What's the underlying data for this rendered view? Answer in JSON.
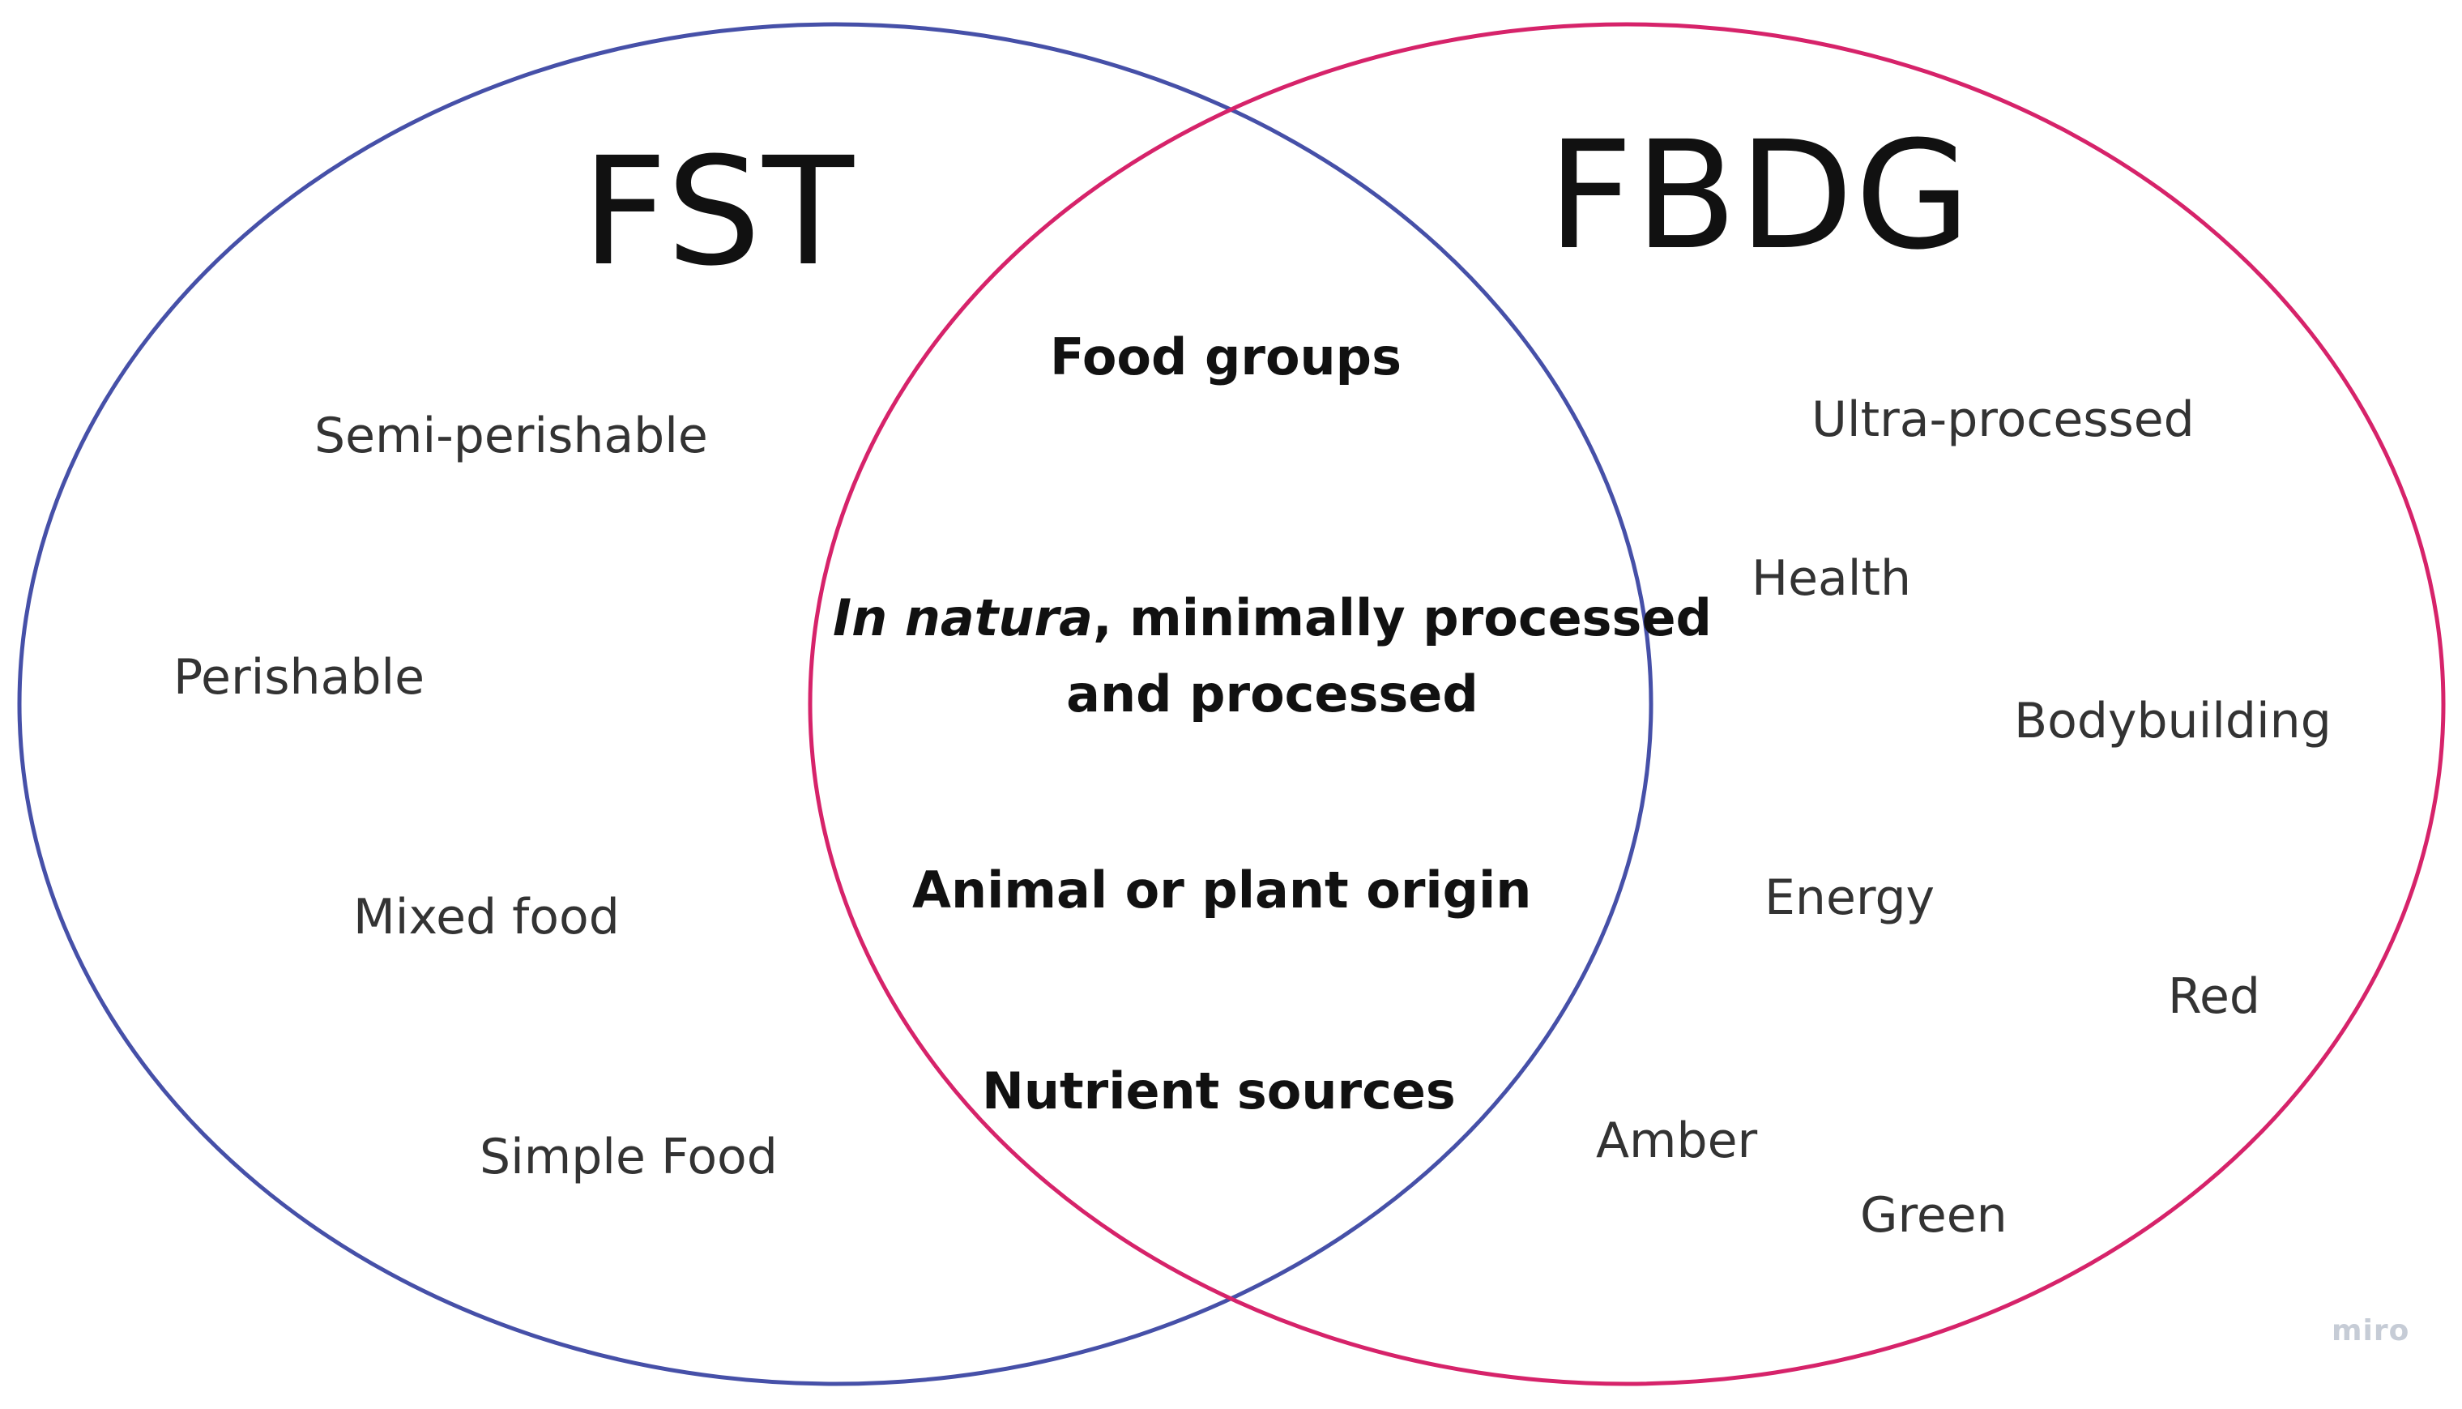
{
  "colors": {
    "fst_circle": "#4650a8",
    "fbdg_circle": "#d6236a",
    "text": "#333333",
    "watermark": "#c6ccd6"
  },
  "sets": {
    "fst": {
      "title": "FST",
      "items": [
        "Semi-perishable",
        "Perishable",
        "Mixed food",
        "Simple Food"
      ]
    },
    "fbdg": {
      "title": "FBDG",
      "items": [
        "Ultra-processed",
        "Health",
        "Bodybuilding",
        "Energy",
        "Red",
        "Amber",
        "Green"
      ]
    }
  },
  "intersection": {
    "items": [
      {
        "text": "Food groups"
      },
      {
        "italic": "In natura",
        "rest_line1": ", minimally processed",
        "line2": "and processed"
      },
      {
        "text": "Animal or plant origin"
      },
      {
        "text": "Nutrient sources"
      }
    ]
  },
  "watermark": "miro"
}
